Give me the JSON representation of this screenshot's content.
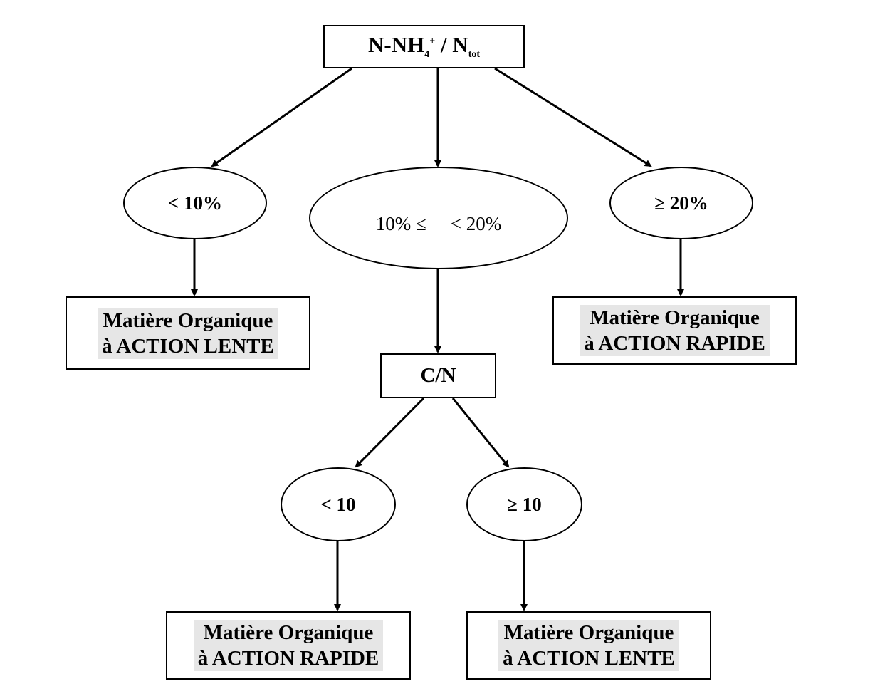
{
  "root": {
    "label_main": "N-NH",
    "label_sub1": "4",
    "label_sup": "+",
    "label_slash": "/ N",
    "label_sub2": "tot"
  },
  "branches": {
    "low": {
      "condition": "< 10%"
    },
    "mid": {
      "condition_left": "10% ≤",
      "condition_right": "< 20%"
    },
    "high": {
      "condition": "≥ 20%"
    }
  },
  "cn": {
    "label": "C/N",
    "low": {
      "condition": "< 10"
    },
    "high": {
      "condition": "≥ 10"
    }
  },
  "results": {
    "low_ratio": {
      "line1": "Matière Organique",
      "line2": "à ACTION LENTE"
    },
    "high_ratio": {
      "line1": "Matière Organique",
      "line2": "à ACTION RAPIDE"
    },
    "cn_low": {
      "line1": "Matière Organique",
      "line2": "à ACTION RAPIDE"
    },
    "cn_high": {
      "line1": "Matière Organique",
      "line2": "à ACTION LENTE"
    }
  },
  "colors": {
    "line": "#000000",
    "result_fill": "#e6e6e6",
    "background": "#ffffff"
  }
}
